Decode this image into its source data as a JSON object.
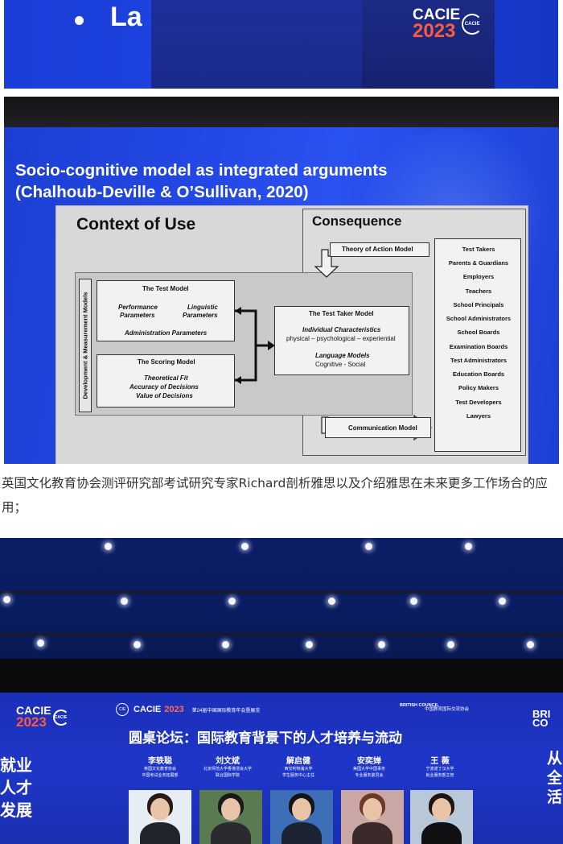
{
  "photo1": {
    "bullet_text": "La",
    "logo": {
      "word1": "CACIE",
      "word2": "2023",
      "ring_text": "CACIE"
    }
  },
  "slide": {
    "title_line1": "Socio-cognitive model as integrated arguments",
    "title_line2": "(Chalhoub-Deville & O’Sullivan, 2020)",
    "context_label": "Context of Use",
    "consequence_label": "Consequence",
    "theory_of_action": "Theory of Action Model",
    "communication": "Communication Model",
    "dev_label": "Development & Measurement Models",
    "test_model": {
      "title": "The Test Model",
      "performance": "Performance",
      "parameters1": "Parameters",
      "linguistic": "Linguistic",
      "parameters2": "Parameters",
      "administration": "Administration Parameters"
    },
    "scoring_model": {
      "title": "The Scoring Model",
      "fit": "Theoretical Fit",
      "accuracy": "Accuracy of Decisions",
      "value": "Value of Decisions"
    },
    "taker_model": {
      "title": "The Test Taker Model",
      "individual": "Individual Characteristics",
      "physical": "physical – psychological – experiential",
      "language": "Language Models",
      "cognitive": "Cognitive - Social"
    },
    "stakeholders": [
      "Test Takers",
      "Parents & Guardians",
      "Employers",
      "Teachers",
      "School Principals",
      "School Administrators",
      "School Boards",
      "Examination Boards",
      "Test Administrators",
      "Education Boards",
      "Policy Makers",
      "Test Developers",
      "Lawyers"
    ]
  },
  "caption": "英国文化教育协会测评研究部考试研究专家Richard剖析雅思以及介绍雅思在未来更多工作场合的应用；",
  "forum": {
    "logo": {
      "word1": "CACIE",
      "word2": "2023",
      "ring_text": "CACIE"
    },
    "event": {
      "badge": "CIE",
      "name": "CACIE",
      "year": "2023",
      "subtitle": "第24届中国国际教育年会暨展览"
    },
    "british_council": "BRITISH COUNCIL",
    "partner": "中国教育国际交流协会",
    "right_logo": "BRI CO",
    "title": "圆桌论坛：国际教育背景下的人才培养与流动",
    "left_text": [
      "就业",
      "人才",
      "发展"
    ],
    "right_text": [
      "从",
      "全",
      "活"
    ],
    "speakers": [
      {
        "name": "李轶聪",
        "aff1": "英国文化教育协会",
        "aff2": "中国考试业务拓展部"
      },
      {
        "name": "刘文斌",
        "aff1": "北京师范大学香港浸会大学",
        "aff2": "联合国际学院"
      },
      {
        "name": "解启健",
        "aff1": "西交利物浦大学",
        "aff2": "学生服务中心主任"
      },
      {
        "name": "安奕婵",
        "aff1": "美国大学中国事务",
        "aff2": "专业服务委员会"
      },
      {
        "name": "王 薇",
        "aff1": "宁波诺丁汉大学",
        "aff2": "就业服务部主管"
      }
    ]
  }
}
